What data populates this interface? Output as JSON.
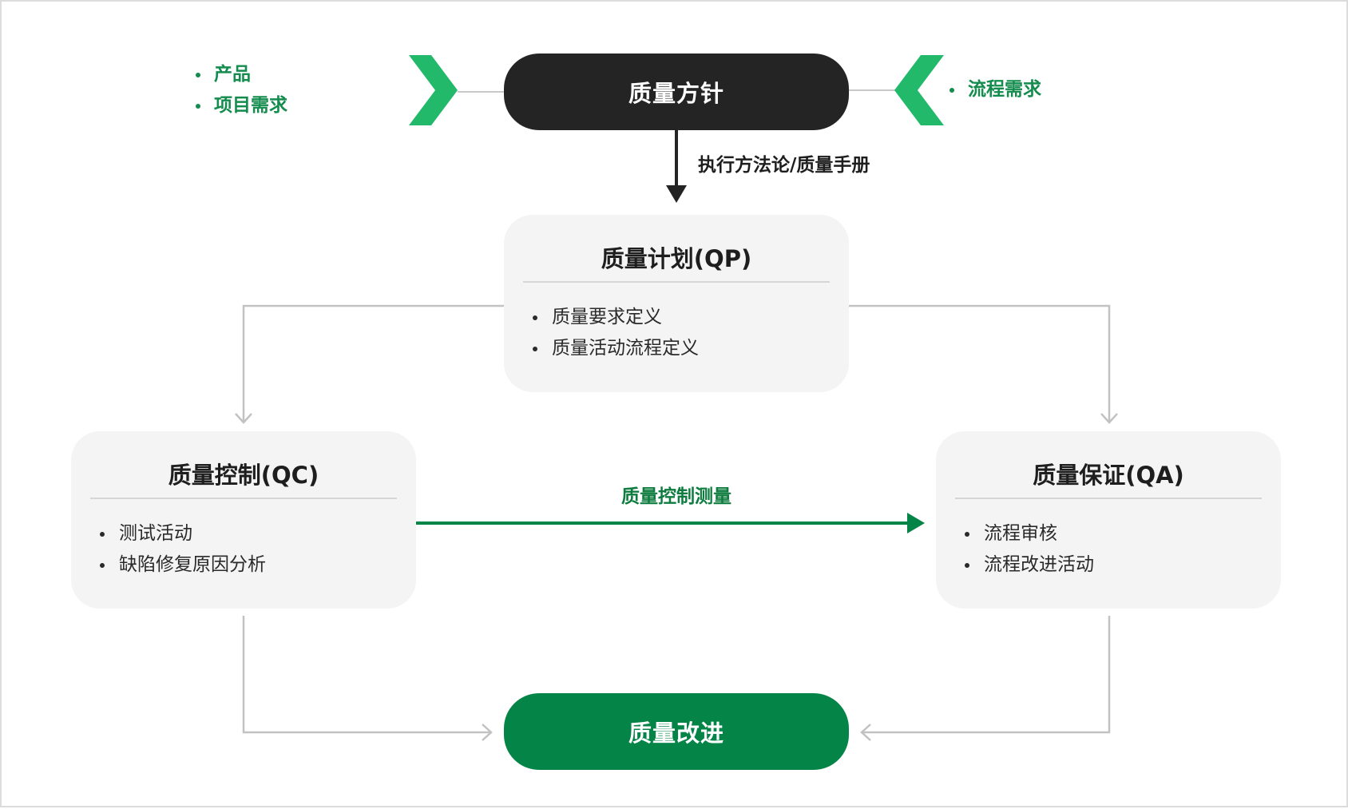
{
  "nodes": {
    "policy": "质量方针",
    "improvement": "质量改进"
  },
  "inputs_left": [
    "产品",
    "项目需求"
  ],
  "inputs_right": [
    "流程需求"
  ],
  "cards": {
    "qp": {
      "title": "质量计划(QP)",
      "items": [
        "质量要求定义",
        "质量活动流程定义"
      ]
    },
    "qc": {
      "title": "质量控制(QC)",
      "items": [
        "测试活动",
        "缺陷修复原因分析"
      ]
    },
    "qa": {
      "title": "质量保证(QA)",
      "items": [
        "流程审核",
        "流程改进活动"
      ]
    }
  },
  "edges": {
    "policy_to_plan": "执行方法论/质量手册",
    "control_to_assurance": "质量控制测量"
  },
  "colors": {
    "brand_green": "#048447",
    "chevron_green": "#22b96a",
    "dark_node": "#242424",
    "card_bg": "#f4f4f4",
    "connector_gray": "#c2c2c2"
  }
}
